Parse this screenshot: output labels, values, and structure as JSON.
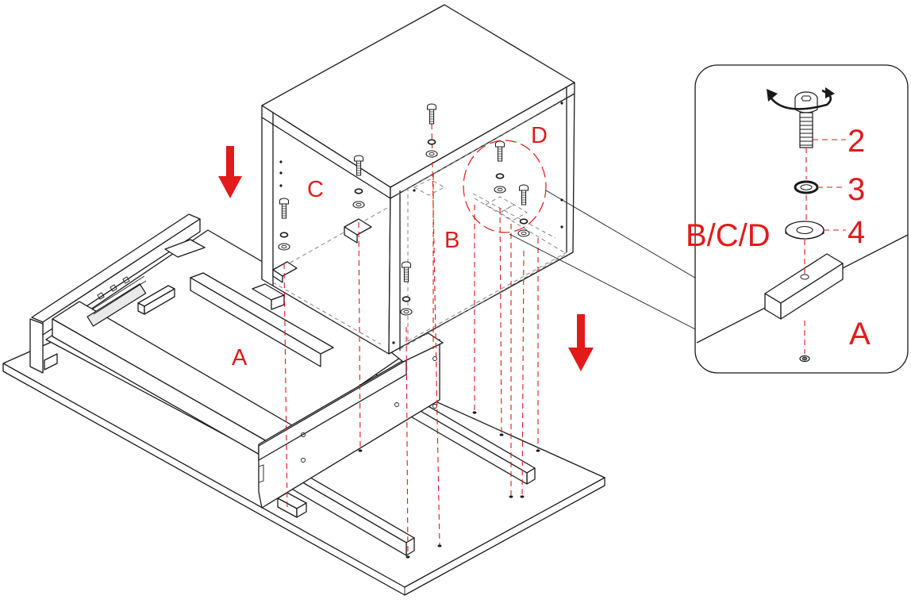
{
  "colors": {
    "accent": "#e21a1a",
    "line": "#1a1a1a",
    "arrow": "#e21a1a"
  },
  "labels": {
    "base_panel": "A",
    "back_panel": "B",
    "left_panel": "C",
    "right_panel": "D"
  },
  "detail": {
    "screw_number": "2",
    "spring_washer_number": "3",
    "flat_washer_number": "4",
    "panels_label": "B/C/D",
    "block_label": "A"
  },
  "icons": [
    "down-arrow-icon",
    "rotate-arrow-icon",
    "screw-icon",
    "washer-icon"
  ]
}
